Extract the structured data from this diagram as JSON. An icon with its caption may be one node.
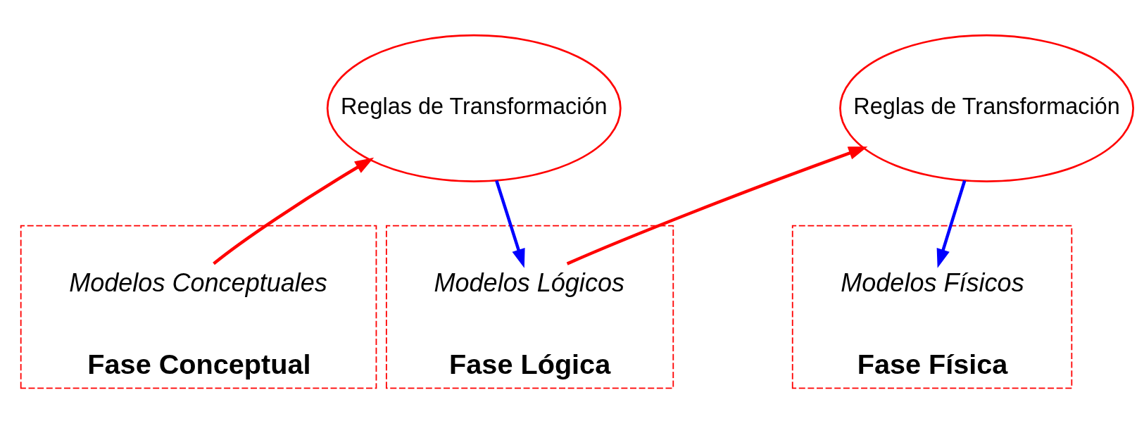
{
  "diagram": {
    "nodes": [
      {
        "text": [
          "Reglas de Transformación"
        ]
      },
      {
        "text": [
          "Reglas de Transformación"
        ]
      },
      {
        "text": [
          "Fase Conceptual"
        ]
      },
      {
        "text": [
          "Modelos Conceptuales"
        ],
        "in": 2
      },
      {
        "text": [
          "Fase Lógica"
        ]
      },
      {
        "text": [
          "Modelos Lógicos"
        ],
        "in": 4
      },
      {
        "text": [
          "Fase Física"
        ]
      },
      {
        "text": [
          "Modelos Físicos"
        ],
        "in": 6
      }
    ],
    "edges": [
      {
        "from": 3,
        "to": 0,
        "arrow": "to",
        "color": "#ff0000"
      },
      {
        "from": 0,
        "to": 5,
        "arrow": "to",
        "color": "#0000ff"
      },
      {
        "from": 5,
        "to": 1,
        "arrow": "to",
        "color": "#ff0000"
      },
      {
        "from": 1,
        "to": 7,
        "arrow": "to",
        "color": "#0000ff"
      }
    ]
  }
}
